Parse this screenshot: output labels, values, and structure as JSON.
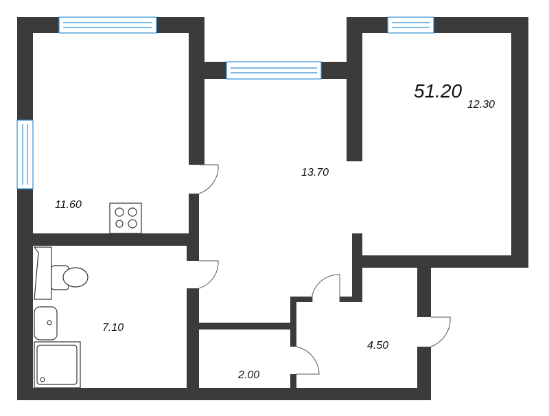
{
  "plan": {
    "total_area": "51.20",
    "rooms": [
      {
        "id": "kitchen",
        "area": "11.60"
      },
      {
        "id": "living",
        "area": "13.70"
      },
      {
        "id": "bedroom",
        "area": "12.30"
      },
      {
        "id": "bathroom",
        "area": "7.10"
      },
      {
        "id": "storage",
        "area": "2.00"
      },
      {
        "id": "hallway",
        "area": "4.50"
      }
    ],
    "colors": {
      "wall": "#3b3b3b",
      "window": "#2f8fd8"
    }
  }
}
